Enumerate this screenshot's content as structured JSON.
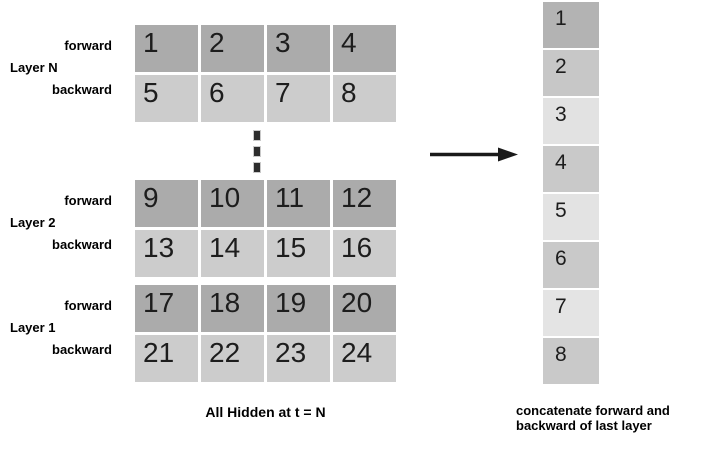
{
  "labels": {
    "forward": "forward",
    "backward": "backward"
  },
  "layers": [
    {
      "name": "Layer N",
      "forward_cells": [
        "1",
        "2",
        "3",
        "4"
      ],
      "backward_cells": [
        "5",
        "6",
        "7",
        "8"
      ]
    },
    {
      "name": "Layer 2",
      "forward_cells": [
        "9",
        "10",
        "11",
        "12"
      ],
      "backward_cells": [
        "13",
        "14",
        "15",
        "16"
      ]
    },
    {
      "name": "Layer 1",
      "forward_cells": [
        "17",
        "18",
        "19",
        "20"
      ],
      "backward_cells": [
        "21",
        "22",
        "23",
        "24"
      ]
    }
  ],
  "concat_column": {
    "cells": [
      {
        "label": "1",
        "color": "#b3b3b3"
      },
      {
        "label": "2",
        "color": "#c7c7c7"
      },
      {
        "label": "3",
        "color": "#e2e2e2"
      },
      {
        "label": "4",
        "color": "#c9c9c9"
      },
      {
        "label": "5",
        "color": "#e3e3e3"
      },
      {
        "label": "6",
        "color": "#c9c9c9"
      },
      {
        "label": "7",
        "color": "#e4e4e4"
      },
      {
        "label": "8",
        "color": "#c9c9c9"
      }
    ]
  },
  "captions": {
    "left": "All Hidden at t = N",
    "right": "concatenate forward and backward of last layer"
  },
  "colors": {
    "forward_cell": "#ababab",
    "backward_cell": "#cccccc",
    "arrow": "#1a1a1a",
    "ellipsis_dash": "#2d2d2d"
  }
}
